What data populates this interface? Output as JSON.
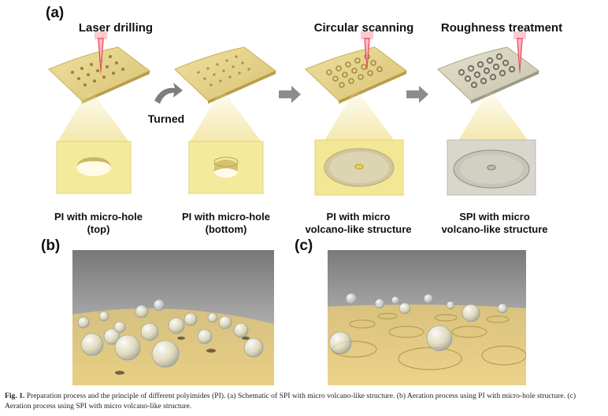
{
  "panel_a": {
    "label": "(a)",
    "steps": [
      {
        "title": "Laser drilling",
        "caption_l1": "PI with micro-hole",
        "caption_l2": "(top)"
      },
      {
        "title": "",
        "caption_l1": "PI with micro-hole",
        "caption_l2": "(bottom)"
      },
      {
        "title": "Circular scanning",
        "caption_l1": "PI with micro",
        "caption_l2": "volcano-like structure"
      },
      {
        "title": "Roughness treatment",
        "caption_l1": "SPI with micro",
        "caption_l2": "volcano-like structure"
      }
    ],
    "turned_label": "Turned"
  },
  "panel_b": {
    "label": "(b)"
  },
  "panel_c": {
    "label": "(c)"
  },
  "caption": {
    "prefix": "Fig. 1.",
    "text": "Preparation process and the principle of different polyimides (PI). (a) Schematic of SPI with micro volcano-like structure. (b) Aeration process using PI with micro-hole structure. (c) Aeration process using SPI with micro volcano-like structure."
  },
  "colors": {
    "film": "#e8d68a",
    "film_dark": "#cdb45e",
    "zoom_bg": "#f4ea9c",
    "laser": "#e23a4a",
    "arrow": "#8c8c8c"
  }
}
